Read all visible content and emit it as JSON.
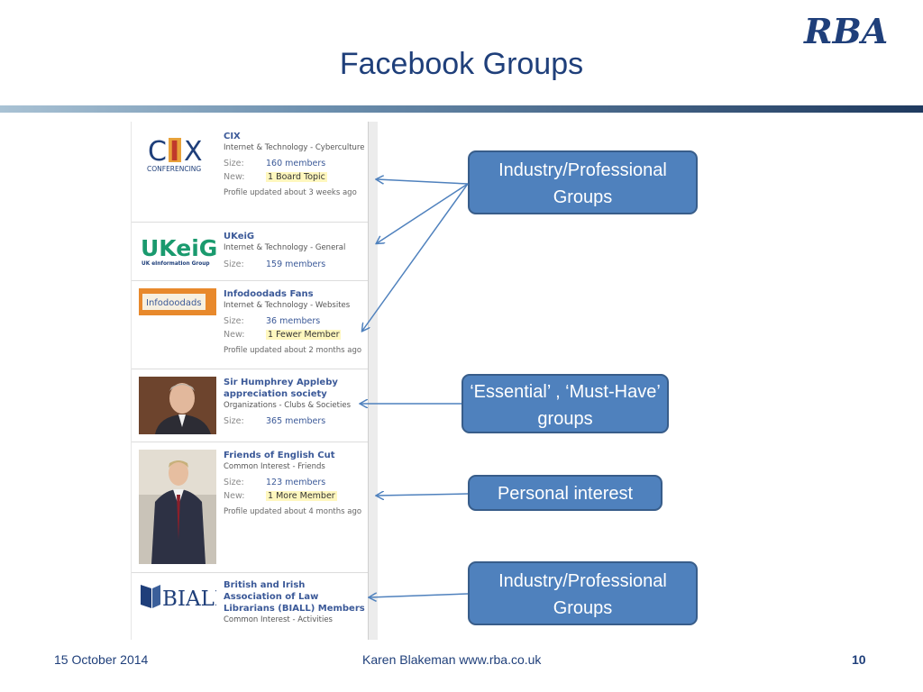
{
  "slide": {
    "title": "Facebook Groups",
    "logo_text": "RBA"
  },
  "groups": [
    {
      "name": "CIX",
      "category": "Internet & Technology - Cyberculture",
      "size_label": "Size:",
      "size": "160 members",
      "new_label": "New:",
      "new": "1 Board Topic",
      "updated": "Profile updated about 3 weeks ago",
      "logo_text_a": "C",
      "logo_text_b": "I",
      "logo_text_c": "X",
      "logo_sub": "CONFERENCING"
    },
    {
      "name": "UKeiG",
      "category": "Internet & Technology - General",
      "size_label": "Size:",
      "size": "159 members",
      "logo_text": "UKeiG",
      "logo_sub": "UK eInformation Group"
    },
    {
      "name": "Infodoodads Fans",
      "category": "Internet & Technology - Websites",
      "size_label": "Size:",
      "size": "36 members",
      "new_label": "New:",
      "new": "1 Fewer Member",
      "updated": "Profile updated about 2 months ago",
      "logo_text": "Infodoodads"
    },
    {
      "name": "Sir Humphrey Appleby appreciation society",
      "category": "Organizations - Clubs & Societies",
      "size_label": "Size:",
      "size": "365 members"
    },
    {
      "name": "Friends of English Cut",
      "category": "Common Interest - Friends",
      "size_label": "Size:",
      "size": "123 members",
      "new_label": "New:",
      "new": "1 More Member",
      "updated": "Profile updated about 4 months ago"
    },
    {
      "name": "British and Irish Association of Law Librarians (BIALL) Members",
      "category": "Common Interest - Activities",
      "logo_text": "BIALL"
    }
  ],
  "callouts": {
    "industry_1": "Industry/Professional Groups",
    "essential": "‘Essential’ , ‘Must-Have’ groups",
    "personal": "Personal interest",
    "industry_2": "Industry/Professional Groups"
  },
  "footer": {
    "date": "15 October 2014",
    "author": "Karen Blakeman www.rba.co.uk",
    "page": "10"
  },
  "colors": {
    "title": "#1f3f7a",
    "callout_fill": "#4f81bd",
    "callout_border": "#385d8a",
    "link_blue": "#3b5998",
    "arrow": "#4f81bd"
  }
}
